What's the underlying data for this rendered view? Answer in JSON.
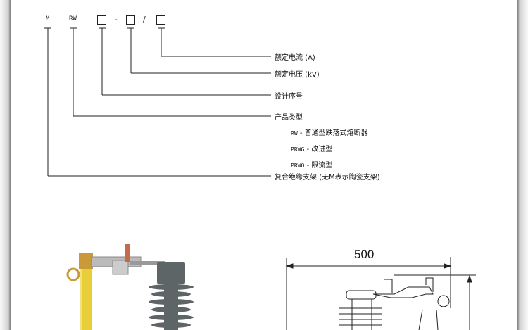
{
  "model_code": {
    "prefix_m": "M",
    "prefix_rw": "RW",
    "sep_dash": "-",
    "sep_slash": "/"
  },
  "labels": {
    "rated_current": "额定电流 (A)",
    "rated_voltage": "额定电压 (kV)",
    "design_serial": "设计序号",
    "product_type": "产品类型",
    "composite_support": "复合绝缘支架 (无M表示陶瓷支架)"
  },
  "product_types": [
    {
      "code": "RW",
      "desc": "普通型跌落式熔断器"
    },
    {
      "code": "PRWG",
      "desc": "改进型"
    },
    {
      "code": "PRWO",
      "desc": "限流型"
    }
  ],
  "dimension": {
    "width_label": "500"
  }
}
